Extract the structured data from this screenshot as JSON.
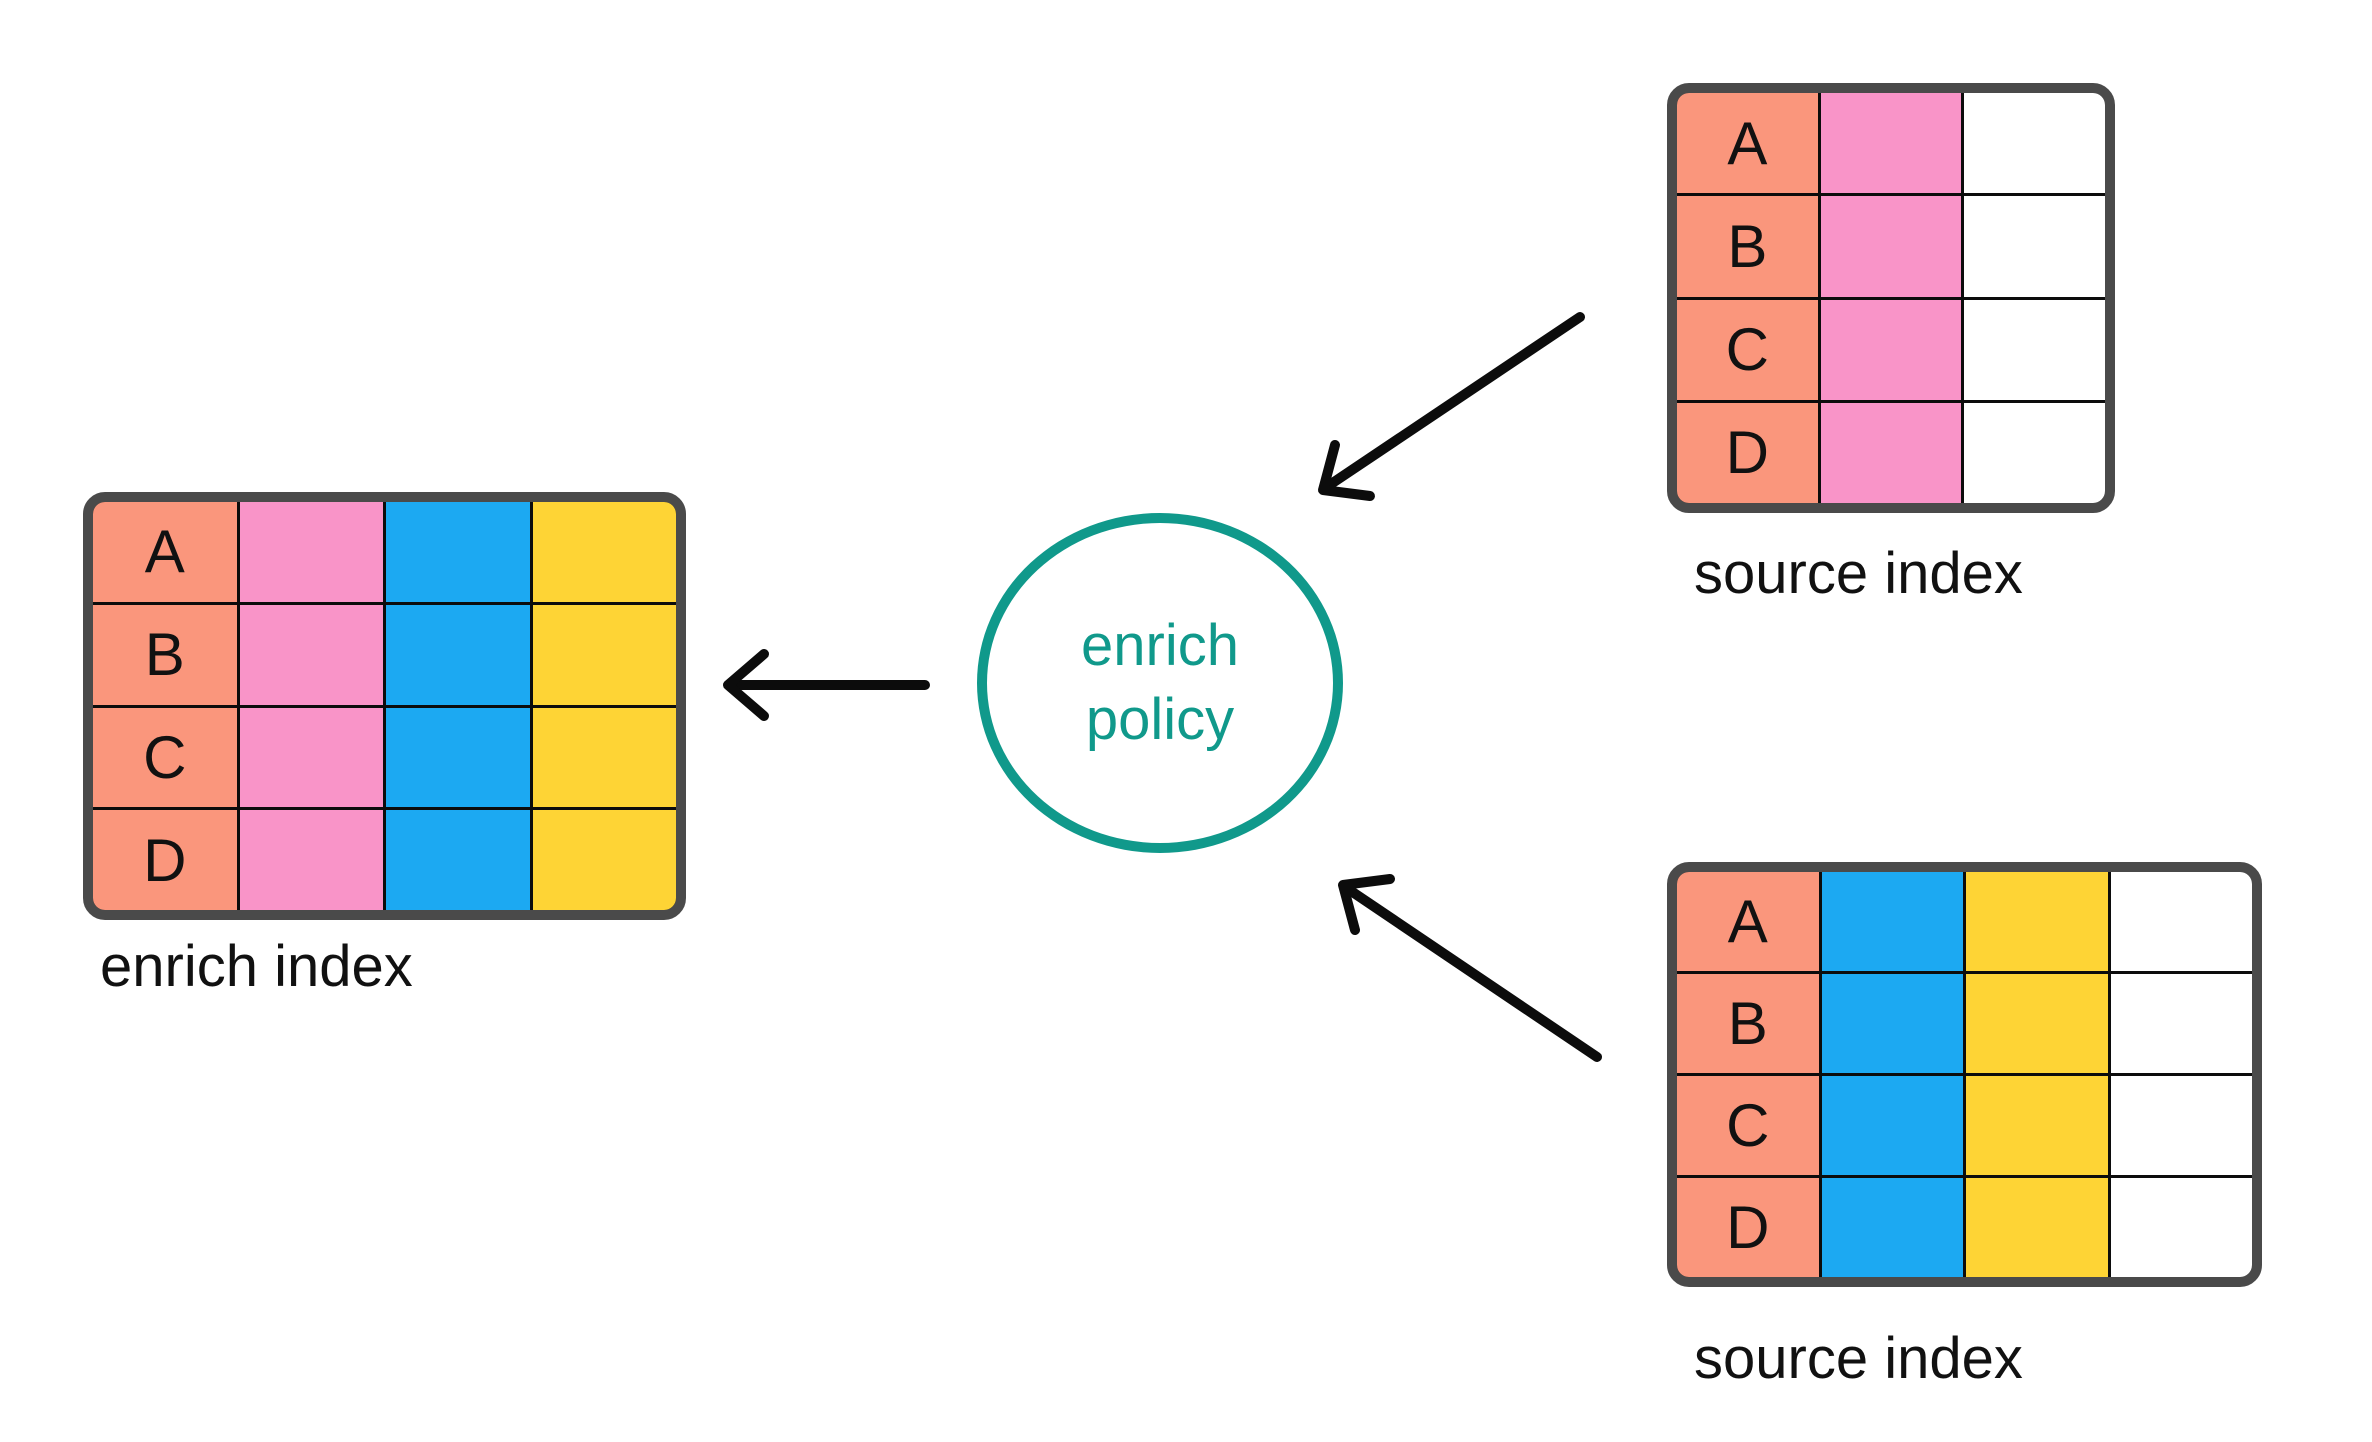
{
  "colors": {
    "background": "#FFFFFF",
    "salmon": "#FA967C",
    "pink": "#F994C8",
    "blue": "#1CA9F2",
    "yellow": "#FED435",
    "white_cell": "#FFFFFF",
    "teal": "#10998B",
    "table_border": "#4A4A4A",
    "grid_line": "#0C0C0C",
    "arrow": "#0C0C0C",
    "text": "#111111"
  },
  "policy_circle": {
    "line1": "enrich",
    "line2": "policy"
  },
  "tables": {
    "enrich": {
      "label": "enrich index",
      "rows": [
        "A",
        "B",
        "C",
        "D"
      ],
      "columns": [
        "salmon",
        "pink",
        "blue",
        "yellow"
      ]
    },
    "source_top": {
      "label": "source index",
      "rows": [
        "A",
        "B",
        "C",
        "D"
      ],
      "columns": [
        "salmon",
        "pink",
        "white_cell"
      ]
    },
    "source_bottom": {
      "label": "source index",
      "rows": [
        "A",
        "B",
        "C",
        "D"
      ],
      "columns": [
        "salmon",
        "blue",
        "yellow",
        "white_cell"
      ]
    }
  }
}
